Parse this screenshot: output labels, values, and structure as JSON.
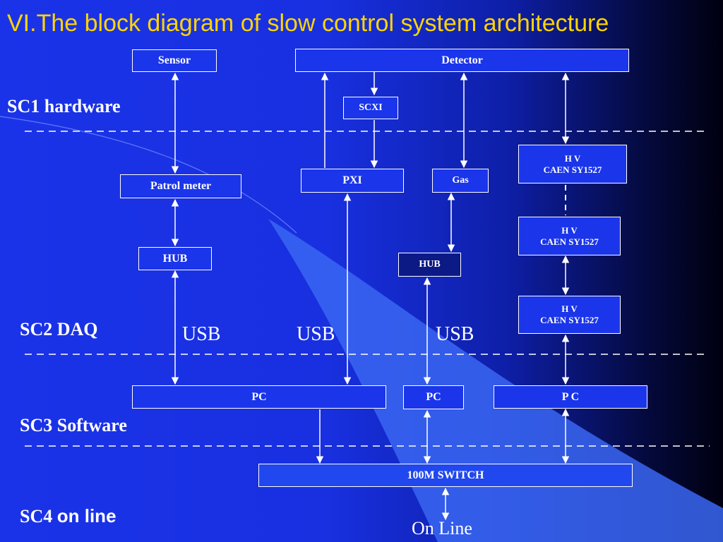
{
  "title": "VI.The block diagram of slow control system architecture",
  "levels": {
    "sc1": "SC1  hardware",
    "sc2": "SC2  DAQ",
    "sc3": "SC3 Software",
    "sc4_prefix": "SC4 ",
    "sc4_suffix": "on line"
  },
  "boxes": {
    "sensor": "Sensor",
    "detector": "Detector",
    "scxi": "SCXI",
    "pxi": "PXI",
    "gas": "Gas",
    "patrol_meter": "Patrol   meter",
    "hub_left": "HUB",
    "hub_right": "HUB",
    "hv1_line1": "H V",
    "hv1_line2": "CAEN SY1527",
    "hv2_line1": "H V",
    "hv2_line2": "CAEN SY1527",
    "hv3_line1": "H V",
    "hv3_line2": "CAEN SY1527",
    "pc_left": "PC",
    "pc_mid": "PC",
    "pc_right": "P C",
    "switch": "100M    SWITCH"
  },
  "usb_labels": [
    "USB",
    "USB",
    "USB"
  ],
  "online": "On Line",
  "colors": {
    "title": "#ffd400",
    "background": "#1b33e8"
  }
}
